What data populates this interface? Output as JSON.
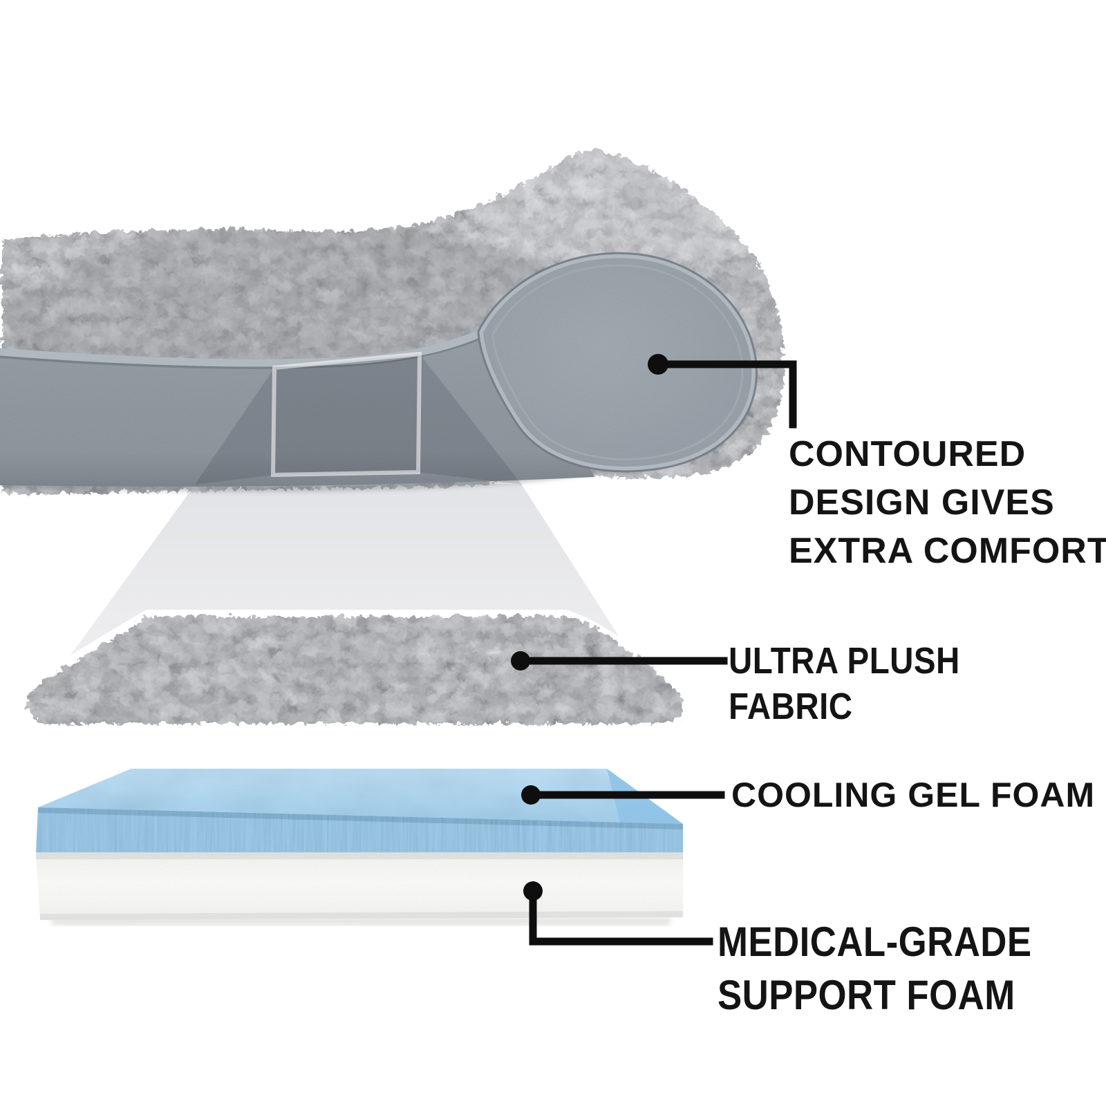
{
  "figure": {
    "kind": "product-cutaway-infographic",
    "background": "#ffffff"
  },
  "callouts": [
    {
      "id": "contoured",
      "dot_icon": "callout-dot",
      "lines": [
        "CONTOURED",
        "DESIGN GIVES",
        "EXTRA COMFORT"
      ]
    },
    {
      "id": "ultra-plush",
      "dot_icon": "callout-dot",
      "lines": [
        "ULTRA PLUSH",
        "FABRIC"
      ]
    },
    {
      "id": "cooling-gel",
      "dot_icon": "callout-dot",
      "lines": [
        "COOLING GEL FOAM"
      ]
    },
    {
      "id": "support-foam",
      "dot_icon": "callout-dot",
      "lines": [
        "MEDICAL-GRADE",
        "SUPPORT FOAM"
      ]
    }
  ],
  "colors": {
    "background": "#ffffff",
    "connector": "#0e0e0e",
    "label_text": "#141414",
    "fur_base": "#a9acb0",
    "swatch_fur": "#a3a6aa",
    "suede": "#929ba4",
    "suede_dark": "#7f8891",
    "piping": "#b0b8c0",
    "piping_shadow": "#737b83",
    "beam": "#e7e8ea",
    "beam_on_bed": "rgba(40,46,54,0.16)",
    "square_fill": "rgba(40,46,54,0.20)",
    "square_border": "rgba(255,255,255,0.55)",
    "gel_top": "#a8d3f0",
    "gel_front": "#8fc3e6",
    "gel_fold_shadow": "rgba(58,110,152,0.30)",
    "foam_white": "#f6f6f4",
    "foam_seam_shade": "#dfe2e0",
    "foam_bottom_edge": "#e3e3e1"
  }
}
